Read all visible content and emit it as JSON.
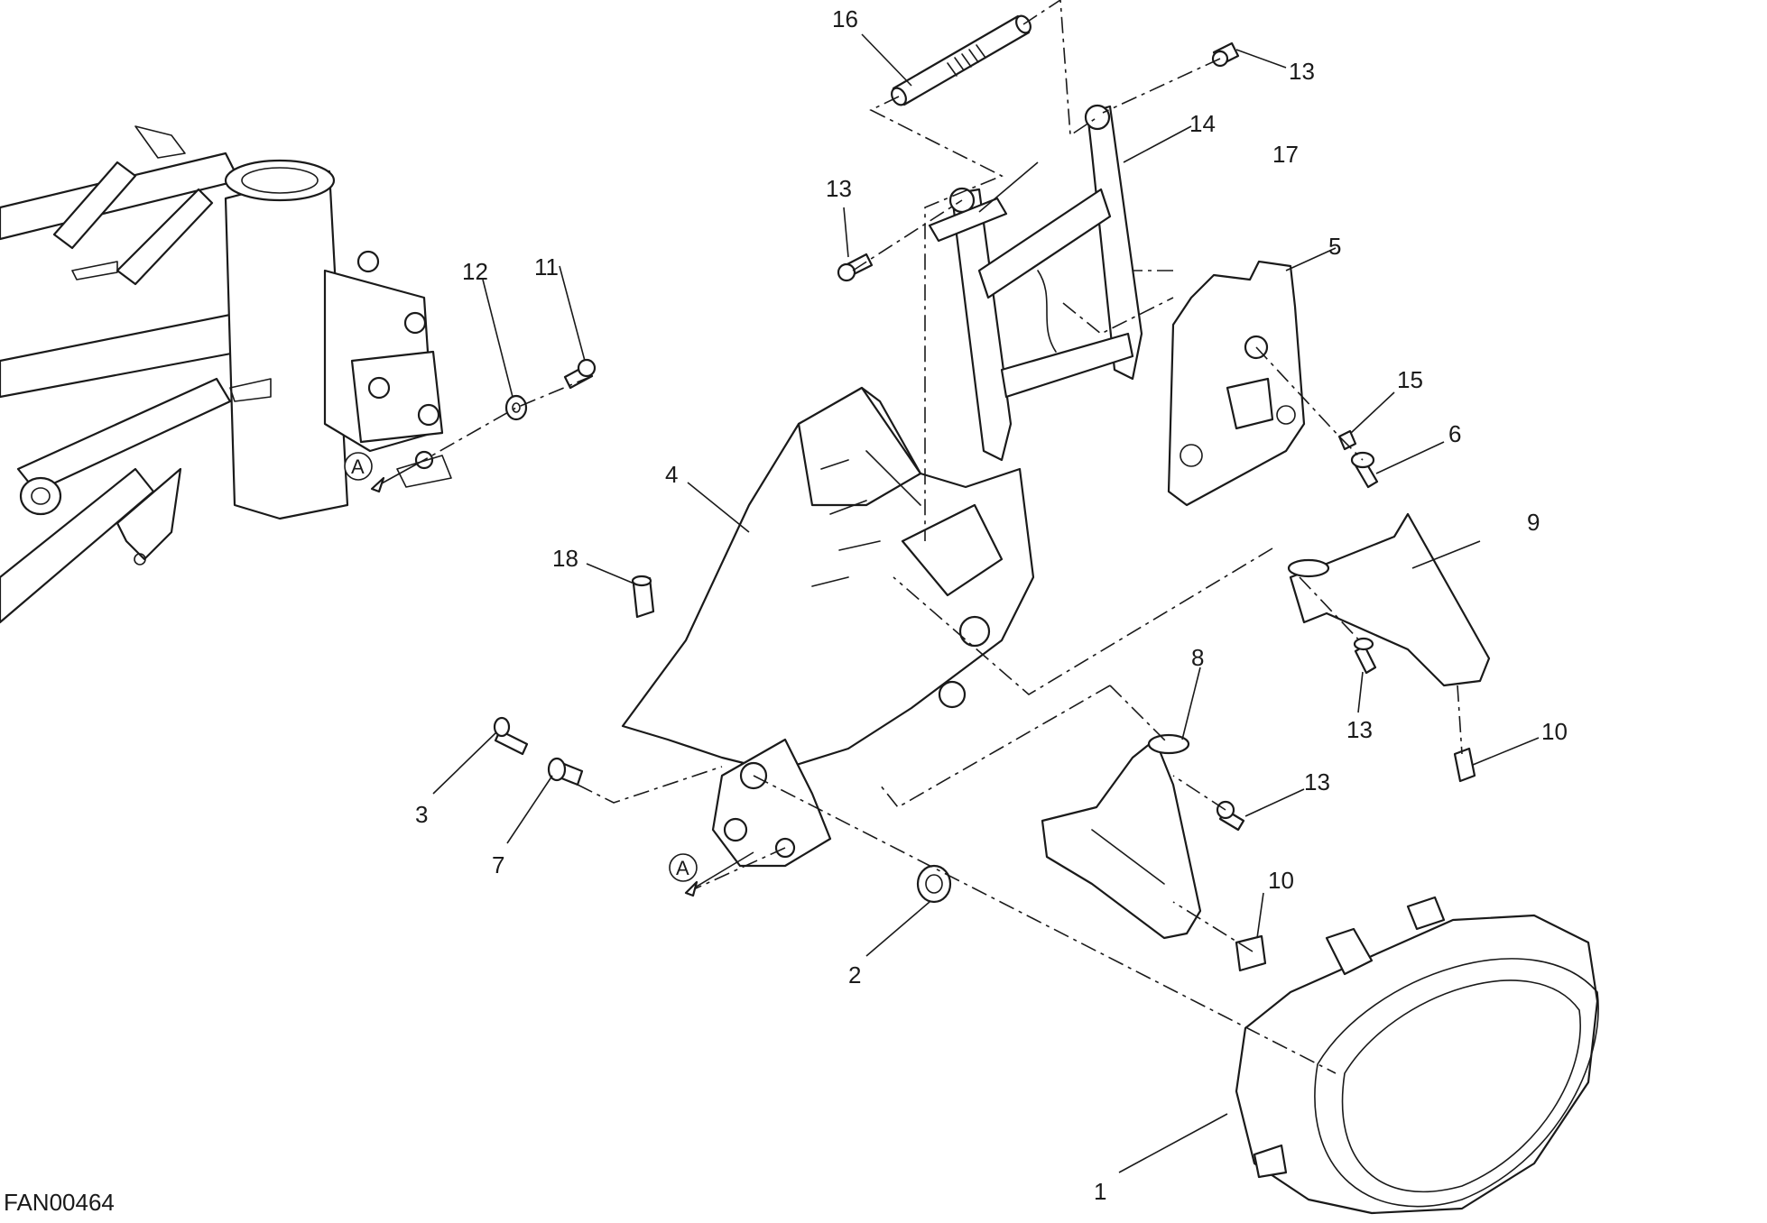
{
  "drawing_code": "FAN00464",
  "ref_marker": "A",
  "callouts": [
    {
      "id": "c16",
      "label": "16"
    },
    {
      "id": "c13a",
      "label": "13"
    },
    {
      "id": "c14",
      "label": "14"
    },
    {
      "id": "c17",
      "label": "17"
    },
    {
      "id": "c13b",
      "label": "13"
    },
    {
      "id": "c5",
      "label": "5"
    },
    {
      "id": "c12",
      "label": "12"
    },
    {
      "id": "c11",
      "label": "11"
    },
    {
      "id": "c15",
      "label": "15"
    },
    {
      "id": "c6",
      "label": "6"
    },
    {
      "id": "c4",
      "label": "4"
    },
    {
      "id": "c9",
      "label": "9"
    },
    {
      "id": "c18",
      "label": "18"
    },
    {
      "id": "c8",
      "label": "8"
    },
    {
      "id": "c13c",
      "label": "13"
    },
    {
      "id": "c10a",
      "label": "10"
    },
    {
      "id": "c13d",
      "label": "13"
    },
    {
      "id": "c3",
      "label": "3"
    },
    {
      "id": "c7",
      "label": "7"
    },
    {
      "id": "c10b",
      "label": "10"
    },
    {
      "id": "c2",
      "label": "2"
    },
    {
      "id": "c1",
      "label": "1"
    }
  ],
  "colors": {
    "line": "#1a1a1a",
    "background": "#ffffff"
  }
}
